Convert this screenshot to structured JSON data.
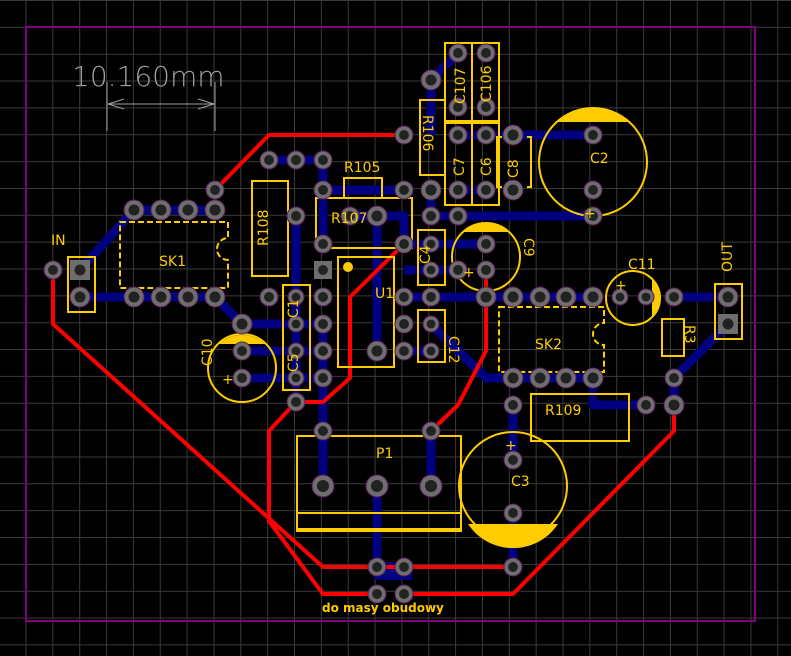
{
  "colors": {
    "background": "#000000",
    "grid": "#3a3a3a",
    "outline": "#800080",
    "silkscreen": "#ffcc00",
    "bottom_copper": "#000080",
    "top_copper": "#ff0000",
    "pad_ring": "#6e6e6e",
    "pad_hole": "#222222",
    "dimension": "#a0a0a0"
  },
  "dimension": {
    "text": "10.160mm"
  },
  "note": {
    "text": "do masy obudowy"
  },
  "components": {
    "IN": "IN",
    "OUT": "OUT",
    "SK1": "SK1",
    "SK2": "SK2",
    "U1": "U1",
    "P1": "P1",
    "R105": "R105",
    "R106": "R106",
    "R107": "R107",
    "R108": "R108",
    "R109": "R109",
    "R3": "R3",
    "C1": "C1",
    "C2": "C2",
    "C3": "C3",
    "C4": "C4",
    "C5": "C5",
    "C6": "C6",
    "C7": "C7",
    "C8": "C8",
    "C9": "C9",
    "C10": "C10",
    "C11": "C11",
    "C12": "C12",
    "C106": "C106",
    "C107": "C107"
  },
  "polarity_mark": "+"
}
